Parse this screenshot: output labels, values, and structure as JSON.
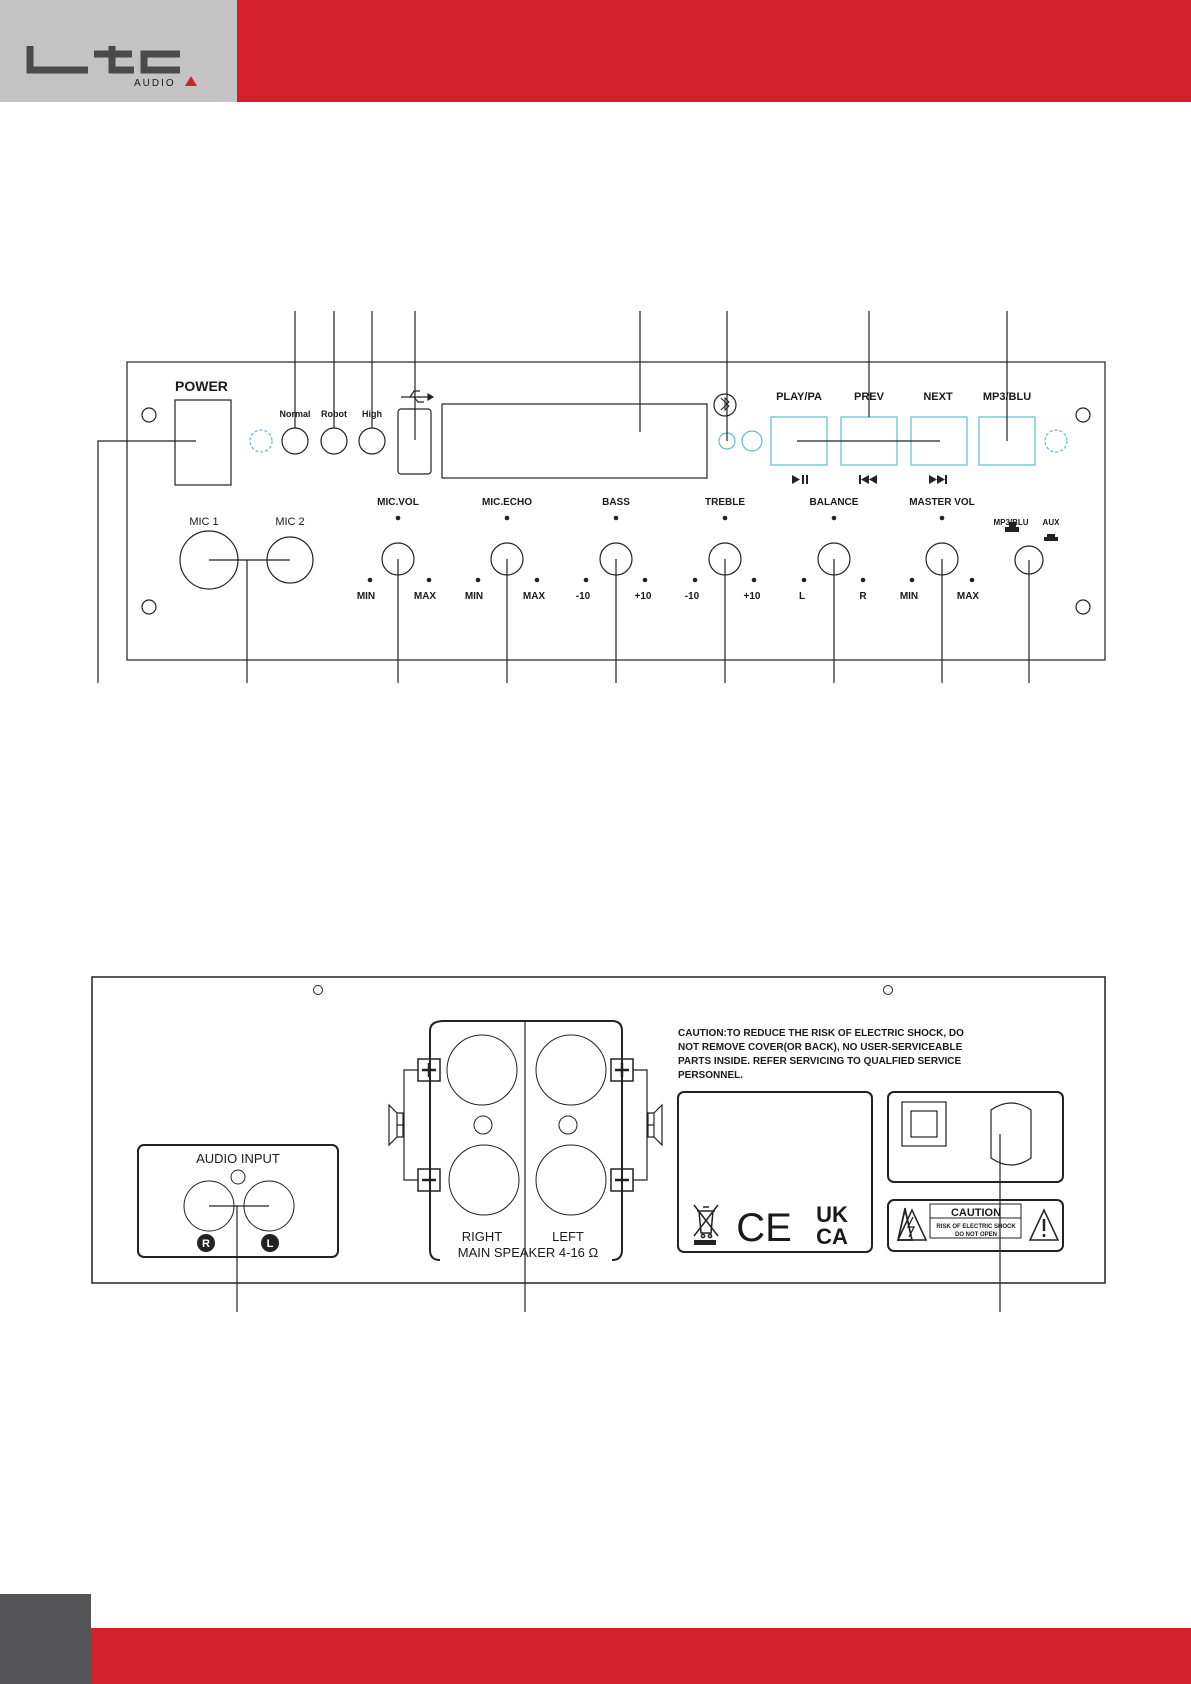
{
  "logo": {
    "mark": "LTC",
    "sub": "AUDIO"
  },
  "colors": {
    "brand_red": "#d3202c",
    "header_grey": "#c3c3c3",
    "footer_grey": "#545456",
    "accent_cyan": "#5bbccf"
  },
  "front": {
    "power": "POWER",
    "modes": [
      "Normal",
      "Robot",
      "High"
    ],
    "buttons": [
      "PLAY/PA",
      "PREV",
      "NEXT",
      "MP3/BLU"
    ],
    "mics": [
      "MIC 1",
      "MIC 2"
    ],
    "knobs": [
      {
        "name": "MIC.VOL",
        "min": "MIN",
        "max": "MAX"
      },
      {
        "name": "MIC.ECHO",
        "min": "MIN",
        "max": "MAX"
      },
      {
        "name": "BASS",
        "min": "-10",
        "max": "+10"
      },
      {
        "name": "TREBLE",
        "min": "-10",
        "max": "+10"
      },
      {
        "name": "BALANCE",
        "min": "L",
        "max": "R"
      },
      {
        "name": "MASTER VOL",
        "min": "MIN",
        "max": "MAX"
      }
    ],
    "switch_labels": [
      "MP3/BLU",
      "AUX"
    ]
  },
  "rear": {
    "audio_input": "AUDIO INPUT",
    "input_r": "R",
    "input_l": "L",
    "right": "RIGHT",
    "left": "LEFT",
    "main_speaker": "MAIN SPEAKER 4-16 Ω",
    "caution_lines": [
      "CAUTION:TO REDUCE THE RISK OF ELECTRIC SHOCK,  DO",
      "NOT REMOVE COVER(OR BACK), NO USER-SERVICEABLE",
      "PARTS INSIDE. REFER SERVICING TO QUALFIED SERVICE",
      "PERSONNEL."
    ],
    "ce": "CE",
    "ukca_top": "UK",
    "ukca_bottom": "CA",
    "caution_title": "CAUTION",
    "caution_sub1": "RISK OF ELECTRIC SHOCK",
    "caution_sub2": "DO NOT OPEN"
  }
}
